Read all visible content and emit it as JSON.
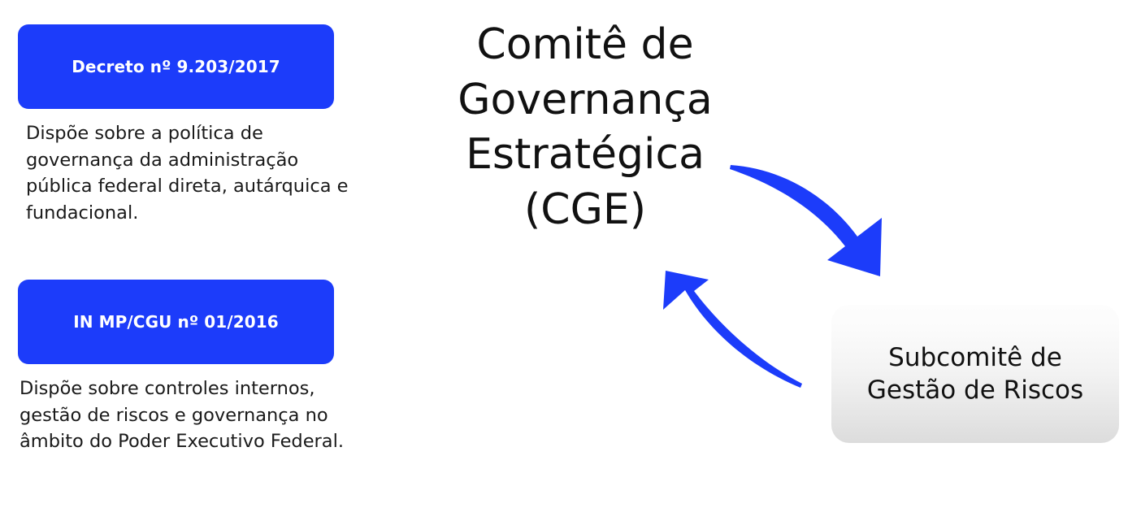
{
  "diagram": {
    "background_color": "#ffffff",
    "accent_color": "#1C3CFA",
    "text_color": "#111111"
  },
  "laws": [
    {
      "badge_label": "Decreto nº 9.203/2017",
      "description": "Dispõe sobre a política de governança da administração pública federal direta, autárquica e fundacional."
    },
    {
      "badge_label": "IN MP/CGU nº 01/2016",
      "description": "Dispõe sobre controles internos, gestão de riscos e governança no âmbito do Poder Executivo Federal."
    }
  ],
  "committee": {
    "title_lines": [
      "Comitê de",
      "Governança",
      "Estratégica",
      "(CGE)"
    ],
    "title_full": "Comitê de Governança Estratégica (CGE)"
  },
  "subcommittee": {
    "label_lines": [
      "Subcomitê de",
      "Gestão de Riscos"
    ],
    "label_full": "Subcomitê de Gestão de Riscos"
  },
  "arrows": [
    {
      "name": "arrow-committee-to-subcommittee",
      "direction": "down-right",
      "color": "#1C3CFA"
    },
    {
      "name": "arrow-subcommittee-to-committee",
      "direction": "up-left",
      "color": "#1C3CFA"
    }
  ]
}
